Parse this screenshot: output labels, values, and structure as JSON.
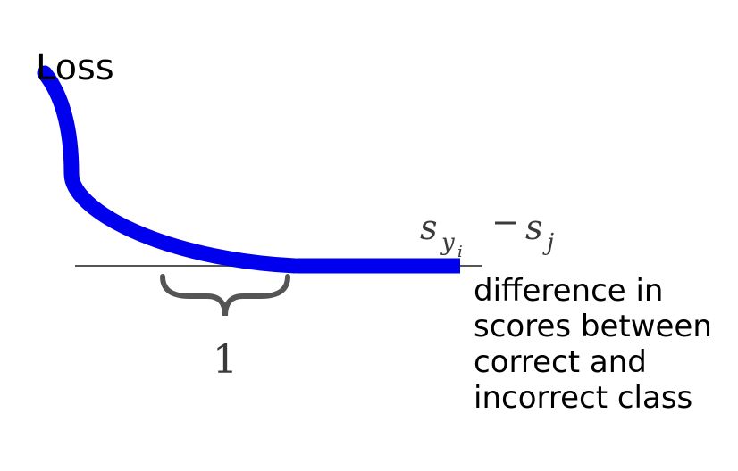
{
  "y_axis_label": "Loss",
  "x_axis_label": {
    "base1": "s",
    "sub1": "y",
    "subsub1": "i",
    "minus": "−",
    "base2": "s",
    "sub2": "j"
  },
  "margin_label": "1",
  "description_lines": [
    "difference in",
    "scores between",
    "correct and",
    "incorrect class"
  ],
  "colors": {
    "loss_curve": "#0000ee",
    "axis": "#555555",
    "brace": "#555555",
    "text": "#000000"
  }
}
